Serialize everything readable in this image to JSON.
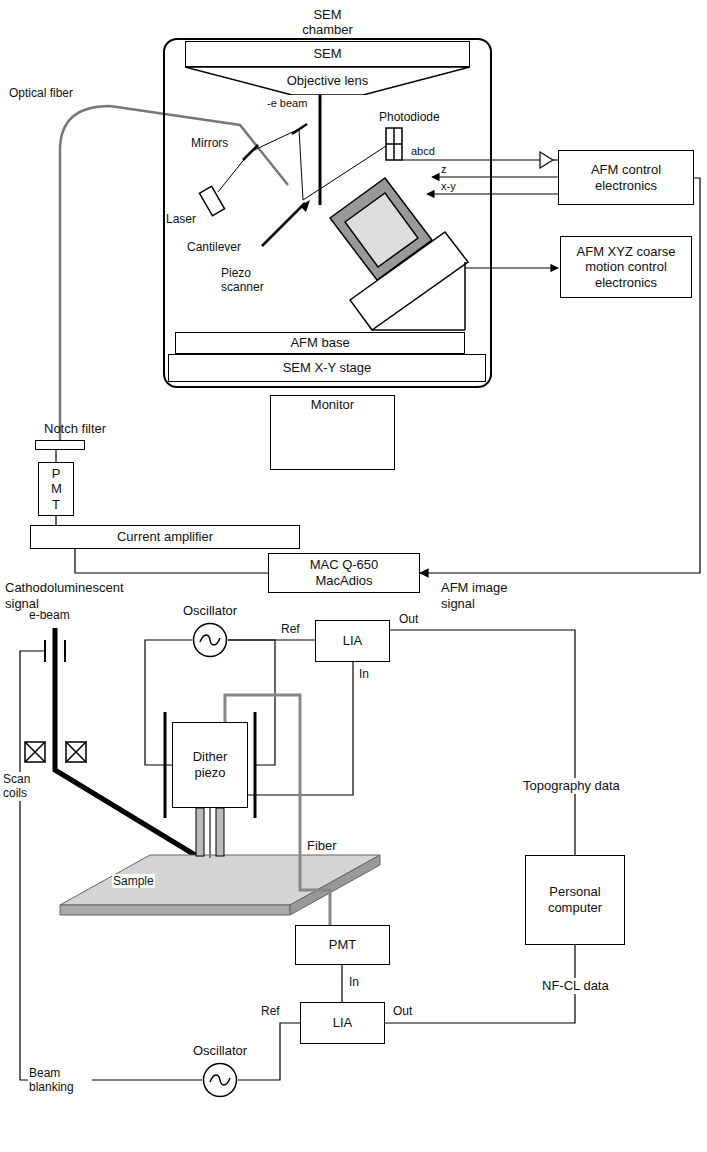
{
  "diagram": {
    "nodes": [
      {
        "text": [
          "SEM chamber"
        ]
      },
      {
        "text": [
          "SEM"
        ],
        "in": 0
      },
      {
        "text": [
          "Objective lens"
        ],
        "in": 0
      },
      {
        "text": [
          "AFM control electronics"
        ]
      },
      {
        "text": [
          "AFM XYZ coarse motion control electronics"
        ]
      },
      {
        "text": [
          "AFM base"
        ],
        "in": 0
      },
      {
        "text": [
          "SEM X-Y stage"
        ],
        "in": 0
      },
      {
        "text": [
          "Notch filter"
        ]
      },
      {
        "text": [
          "P M T"
        ]
      },
      {
        "text": [
          "Monitor"
        ]
      },
      {
        "text": [
          "Current amplifier"
        ]
      },
      {
        "text": [
          "MAC Q-650 MacAdios"
        ]
      },
      {
        "text": [
          "Oscillator"
        ]
      },
      {
        "text": [
          "LIA"
        ]
      },
      {
        "text": [
          "Dither piezo"
        ]
      },
      {
        "text": [
          "Personal computer"
        ]
      },
      {
        "text": [
          "PMT"
        ]
      },
      {
        "text": [
          "LIA"
        ]
      },
      {
        "text": [
          "Oscillator"
        ]
      }
    ],
    "edges": [
      {
        "from": 7,
        "to": 8,
        "arrow": "none"
      },
      {
        "from": 8,
        "to": 10,
        "arrow": "none"
      },
      {
        "from": 10,
        "to": 11,
        "label": "Cathodoluminescent signal",
        "arrow": "none"
      },
      {
        "from": 3,
        "to": 11,
        "label": "AFM image signal",
        "arrow": "to"
      },
      {
        "from": 12,
        "to": 13,
        "arrow": "none"
      },
      {
        "from": 12,
        "to": 14,
        "arrow": "none"
      },
      {
        "from": 14,
        "to": 13,
        "arrow": "none"
      },
      {
        "from": 14,
        "to": 16,
        "label": "Fiber",
        "arrow": "none"
      },
      {
        "from": 16,
        "to": 17,
        "arrow": "none"
      },
      {
        "from": 17,
        "to": 15,
        "label": "NF-CL data",
        "arrow": "none"
      },
      {
        "from": 13,
        "to": 15,
        "label": "Topography data",
        "arrow": "none"
      },
      {
        "from": 18,
        "to": 17,
        "arrow": "none"
      }
    ],
    "labels": [
      "Optical fiber",
      "Mirrors",
      "Laser",
      "Cantilever",
      "-e beam",
      "Photodiode",
      "abcd",
      "z",
      "x-y",
      "Piezo scanner",
      "e-beam",
      "Scan coils",
      "Ref",
      "In",
      "Out",
      "Sample",
      "In",
      "Ref",
      "Out",
      "Beam blanking"
    ]
  }
}
